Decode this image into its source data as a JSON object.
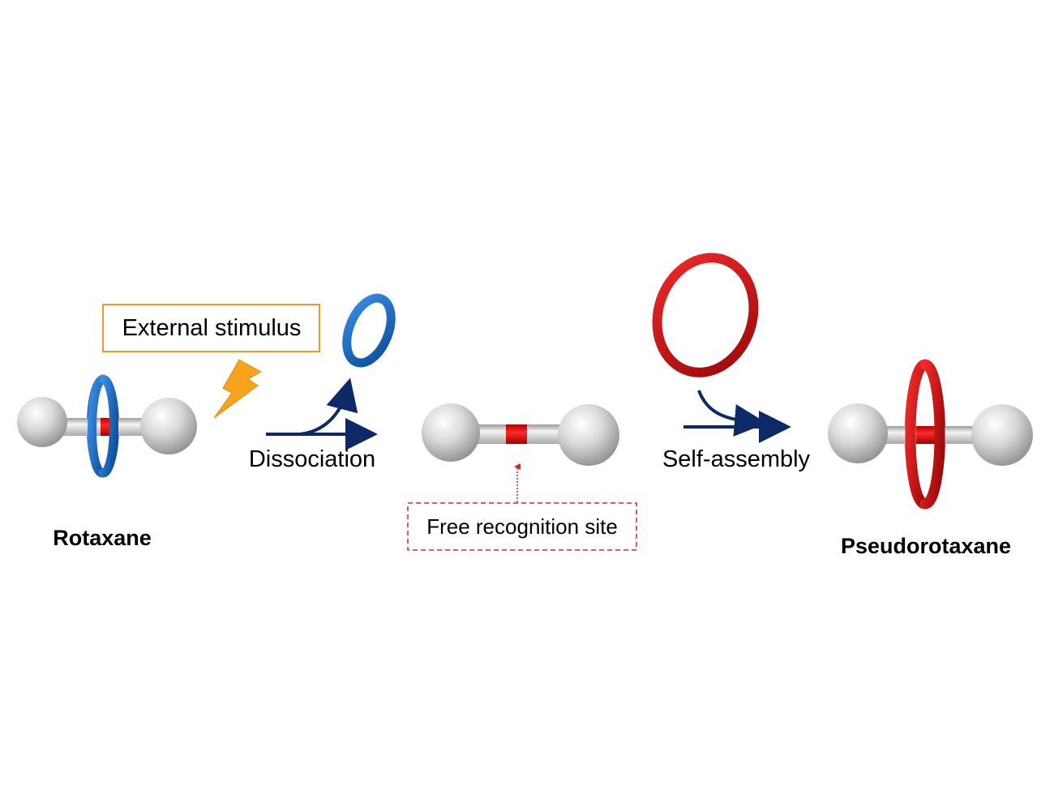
{
  "labels": {
    "rotaxane": "Rotaxane",
    "pseudorotaxane": "Pseudorotaxane",
    "external_stimulus": "External stimulus",
    "dissociation": "Dissociation",
    "self_assembly": "Self-assembly",
    "free_recognition_site": "Free recognition site"
  },
  "colors": {
    "blue_ring": "#1b70c4",
    "red_ring": "#d10f14",
    "recognition_site": "#ee1111",
    "arrow": "#0d2a66",
    "stimulus_box_border": "#ee9922",
    "lightning": "#f5a41c",
    "dashed_box_border": "#e02020",
    "stopper": "#d4d4d4",
    "axle": "#d8d8d8"
  },
  "icons": [
    "lightning-bolt-icon"
  ]
}
